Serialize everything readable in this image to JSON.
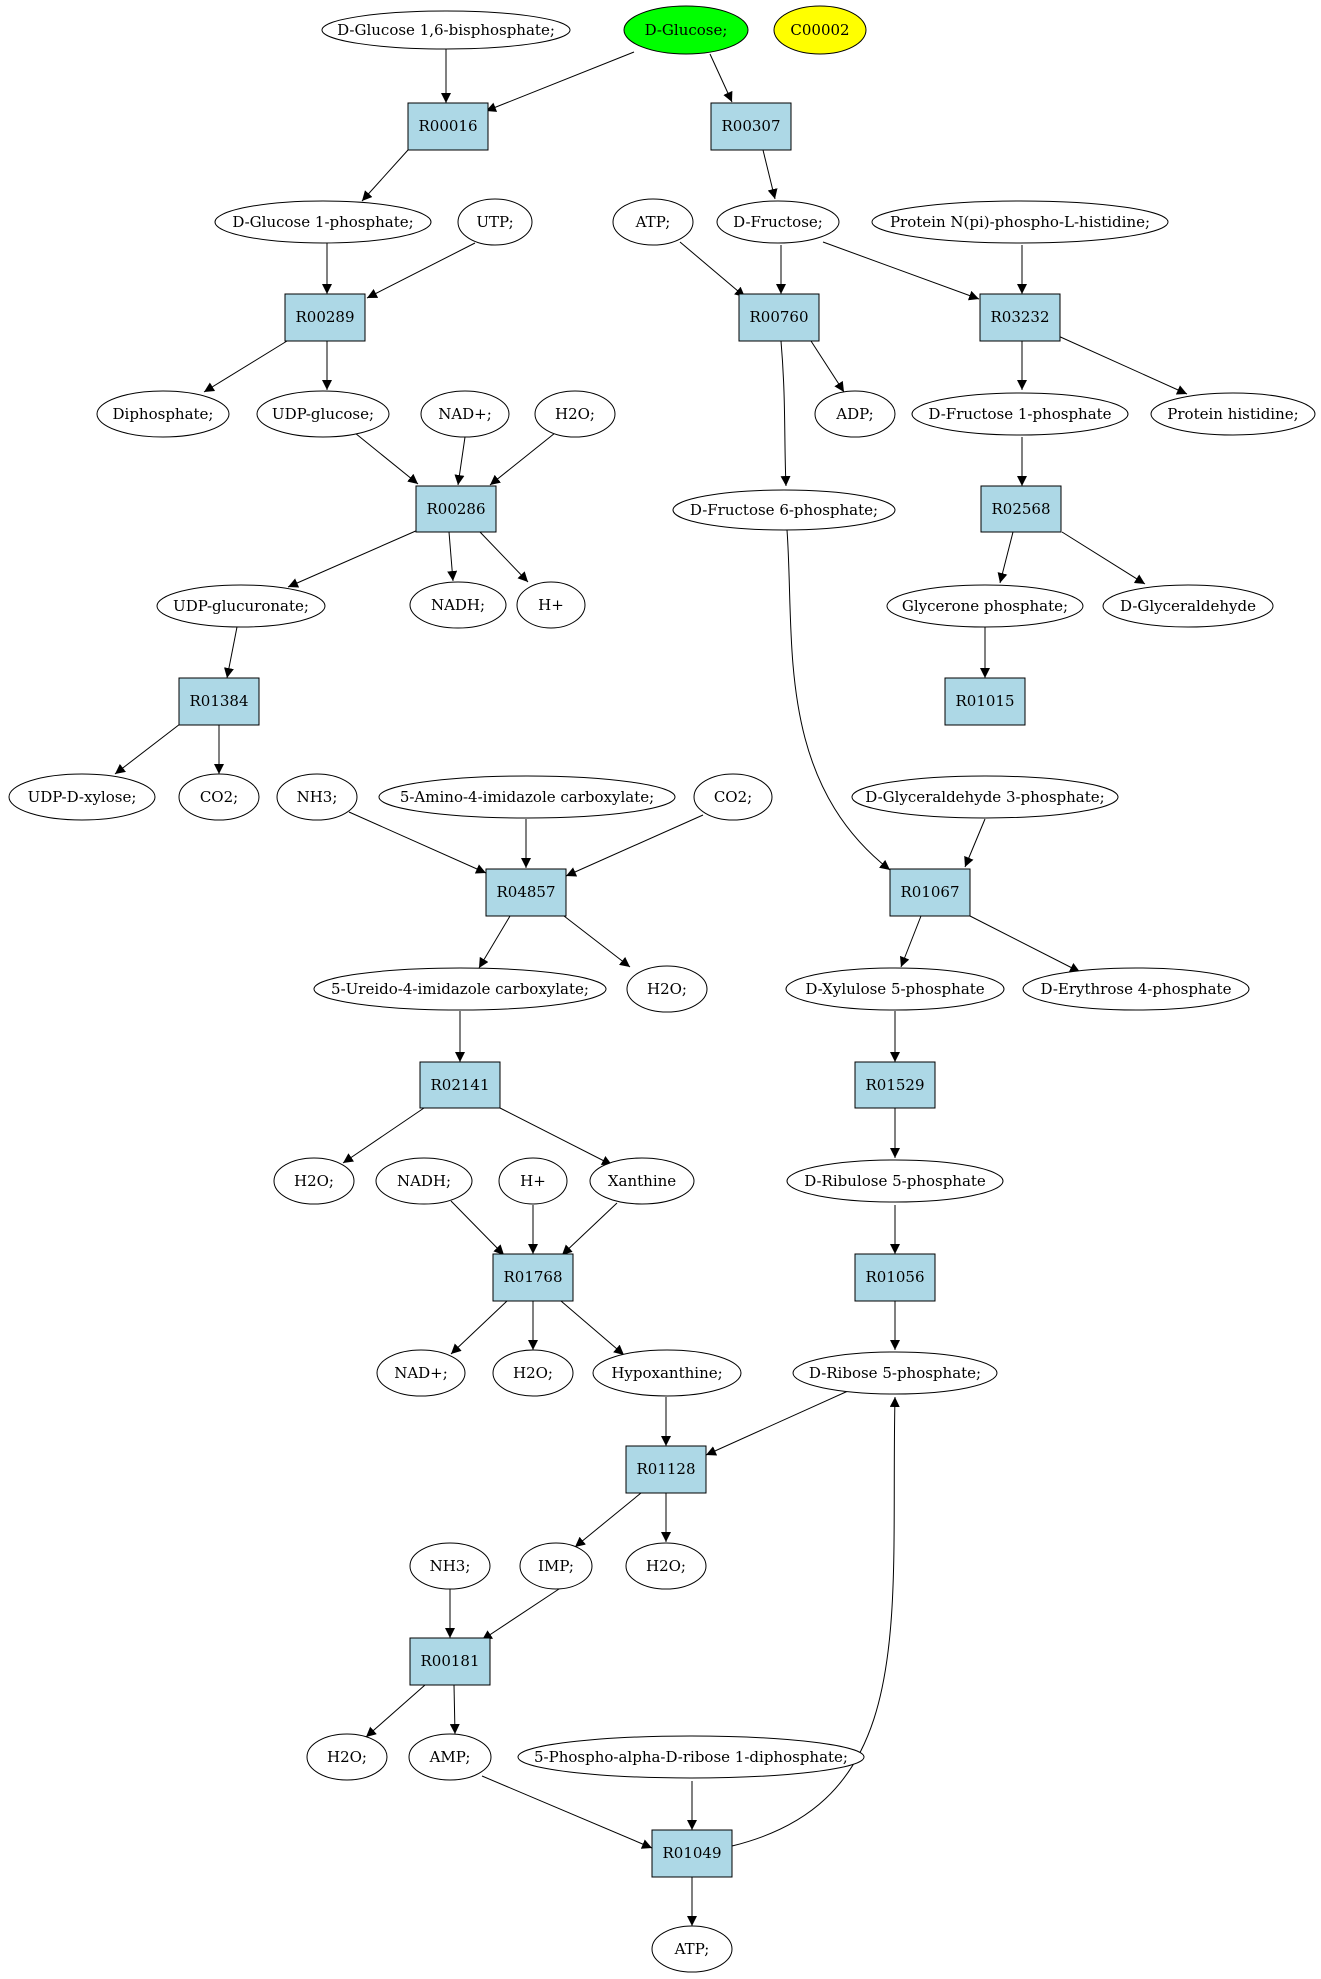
{
  "colors": {
    "reaction": "#add8e6",
    "compound": "#ffffff",
    "highlight": "#00ff00",
    "query": "#ffff00"
  },
  "nodes": {
    "g16bp": {
      "label": "D-Glucose 1,6-bisphosphate;"
    },
    "glc": {
      "label": "D-Glucose;"
    },
    "c00002": {
      "label": "C00002"
    },
    "R00016": {
      "label": "R00016"
    },
    "R00307": {
      "label": "R00307"
    },
    "g1p": {
      "label": "D-Glucose 1-phosphate;"
    },
    "utp": {
      "label": "UTP;"
    },
    "atp1": {
      "label": "ATP;"
    },
    "fru": {
      "label": "D-Fructose;"
    },
    "phis": {
      "label": "Protein N(pi)-phospho-L-histidine;"
    },
    "R00289": {
      "label": "R00289"
    },
    "R00760": {
      "label": "R00760"
    },
    "R03232": {
      "label": "R03232"
    },
    "dip": {
      "label": "Diphosphate;"
    },
    "udpg": {
      "label": "UDP-glucose;"
    },
    "nad1": {
      "label": "NAD+;"
    },
    "h2o1": {
      "label": "H2O;"
    },
    "adp": {
      "label": "ADP;"
    },
    "f1p": {
      "label": "D-Fructose 1-phosphate"
    },
    "phist": {
      "label": "Protein histidine;"
    },
    "R00286": {
      "label": "R00286"
    },
    "f6p": {
      "label": "D-Fructose 6-phosphate;"
    },
    "R02568": {
      "label": "R02568"
    },
    "udpgl": {
      "label": "UDP-glucuronate;"
    },
    "nadh1": {
      "label": "NADH;"
    },
    "hp1": {
      "label": "H+"
    },
    "dhap": {
      "label": "Glycerone phosphate;"
    },
    "dga": {
      "label": "D-Glyceraldehyde"
    },
    "R01384": {
      "label": "R01384"
    },
    "R01015": {
      "label": "R01015"
    },
    "udpx": {
      "label": "UDP-D-xylose;"
    },
    "co2a": {
      "label": "CO2;"
    },
    "nh3a": {
      "label": "NH3;"
    },
    "aic": {
      "label": "5-Amino-4-imidazole carboxylate;"
    },
    "co2b": {
      "label": "CO2;"
    },
    "g3p": {
      "label": "D-Glyceraldehyde 3-phosphate;"
    },
    "R04857": {
      "label": "R04857"
    },
    "R01067": {
      "label": "R01067"
    },
    "uic": {
      "label": "5-Ureido-4-imidazole carboxylate;"
    },
    "h2o2": {
      "label": "H2O;"
    },
    "x5p": {
      "label": "D-Xylulose 5-phosphate"
    },
    "e4p": {
      "label": "D-Erythrose 4-phosphate"
    },
    "R02141": {
      "label": "R02141"
    },
    "R01529": {
      "label": "R01529"
    },
    "h2o3": {
      "label": "H2O;"
    },
    "nadh2": {
      "label": "NADH;"
    },
    "hp2": {
      "label": "H+"
    },
    "xan": {
      "label": "Xanthine"
    },
    "ru5p": {
      "label": "D-Ribulose 5-phosphate"
    },
    "R01768": {
      "label": "R01768"
    },
    "R01056": {
      "label": "R01056"
    },
    "nad2": {
      "label": "NAD+;"
    },
    "h2o4": {
      "label": "H2O;"
    },
    "hyp": {
      "label": "Hypoxanthine;"
    },
    "r5p": {
      "label": "D-Ribose 5-phosphate;"
    },
    "R01128": {
      "label": "R01128"
    },
    "nh3b": {
      "label": "NH3;"
    },
    "imp": {
      "label": "IMP;"
    },
    "h2o5": {
      "label": "H2O;"
    },
    "R00181": {
      "label": "R00181"
    },
    "h2o6": {
      "label": "H2O;"
    },
    "amp": {
      "label": "AMP;"
    },
    "prpp": {
      "label": "5-Phospho-alpha-D-ribose 1-diphosphate;"
    },
    "R01049": {
      "label": "R01049"
    },
    "atp2": {
      "label": "ATP;"
    }
  }
}
